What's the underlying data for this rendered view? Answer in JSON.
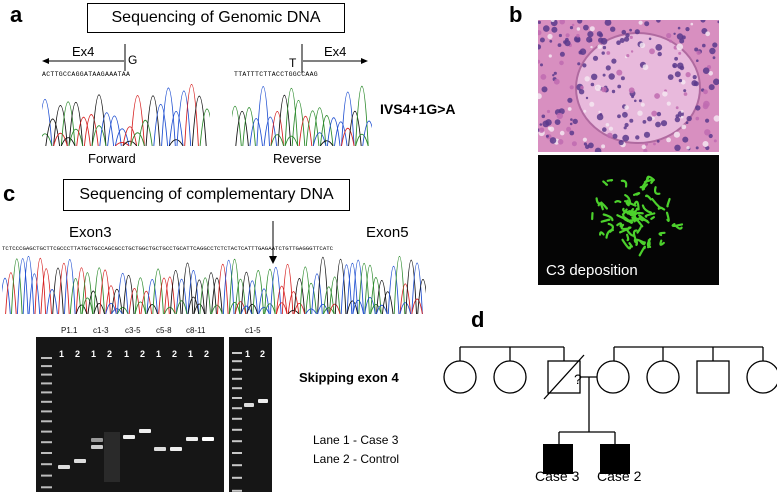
{
  "panel_a": {
    "label": "a",
    "title": "Sequencing of Genomic DNA",
    "forward_exon": "Ex4",
    "forward_base": "G",
    "forward_seq": "ACTTGCCAGGATAAGAAATAA",
    "reverse_exon": "Ex4",
    "reverse_base": "T",
    "reverse_seq": "TTATTTCTTACCTGGCCAAG",
    "mutation": "IVS4+1G>A",
    "forward_caption": "Forward",
    "reverse_caption": "Reverse"
  },
  "panel_b": {
    "label": "b",
    "caption": "C3 deposition"
  },
  "panel_c": {
    "label": "c",
    "title": "Sequencing of complementary DNA",
    "exon_left": "Exon3",
    "exon_right": "Exon5",
    "seq": "TCTCCCGAGCTGCTTCGCCCTTATGCTGCCAGCGCCTGCTGGCTGCTGCCTGCATTCAGGCCTCTCTACTCATTTGAGAATCTGTTGAGGGTTCATC",
    "lane_groups": [
      "P1.1",
      "c1-3",
      "c3-5",
      "c5-8",
      "c8-11",
      "c1-5"
    ],
    "lane_numbers": [
      "1",
      "2"
    ],
    "skipping_text": "Skipping exon 4",
    "legend_lane1": "Lane 1 - Case 3",
    "legend_lane2": "Lane 2 - Control"
  },
  "panel_d": {
    "label": "d",
    "unknown_mark": "?",
    "case3": "Case 3",
    "case2": "Case 2"
  },
  "colors": {
    "trace_a": "#2b8a2b",
    "trace_c": "#1f4fd1",
    "trace_g": "#111111",
    "trace_t": "#d62020",
    "he_stain": "#d88fc0",
    "if_green": "#4cd12c",
    "gel_bg": "#161616"
  }
}
